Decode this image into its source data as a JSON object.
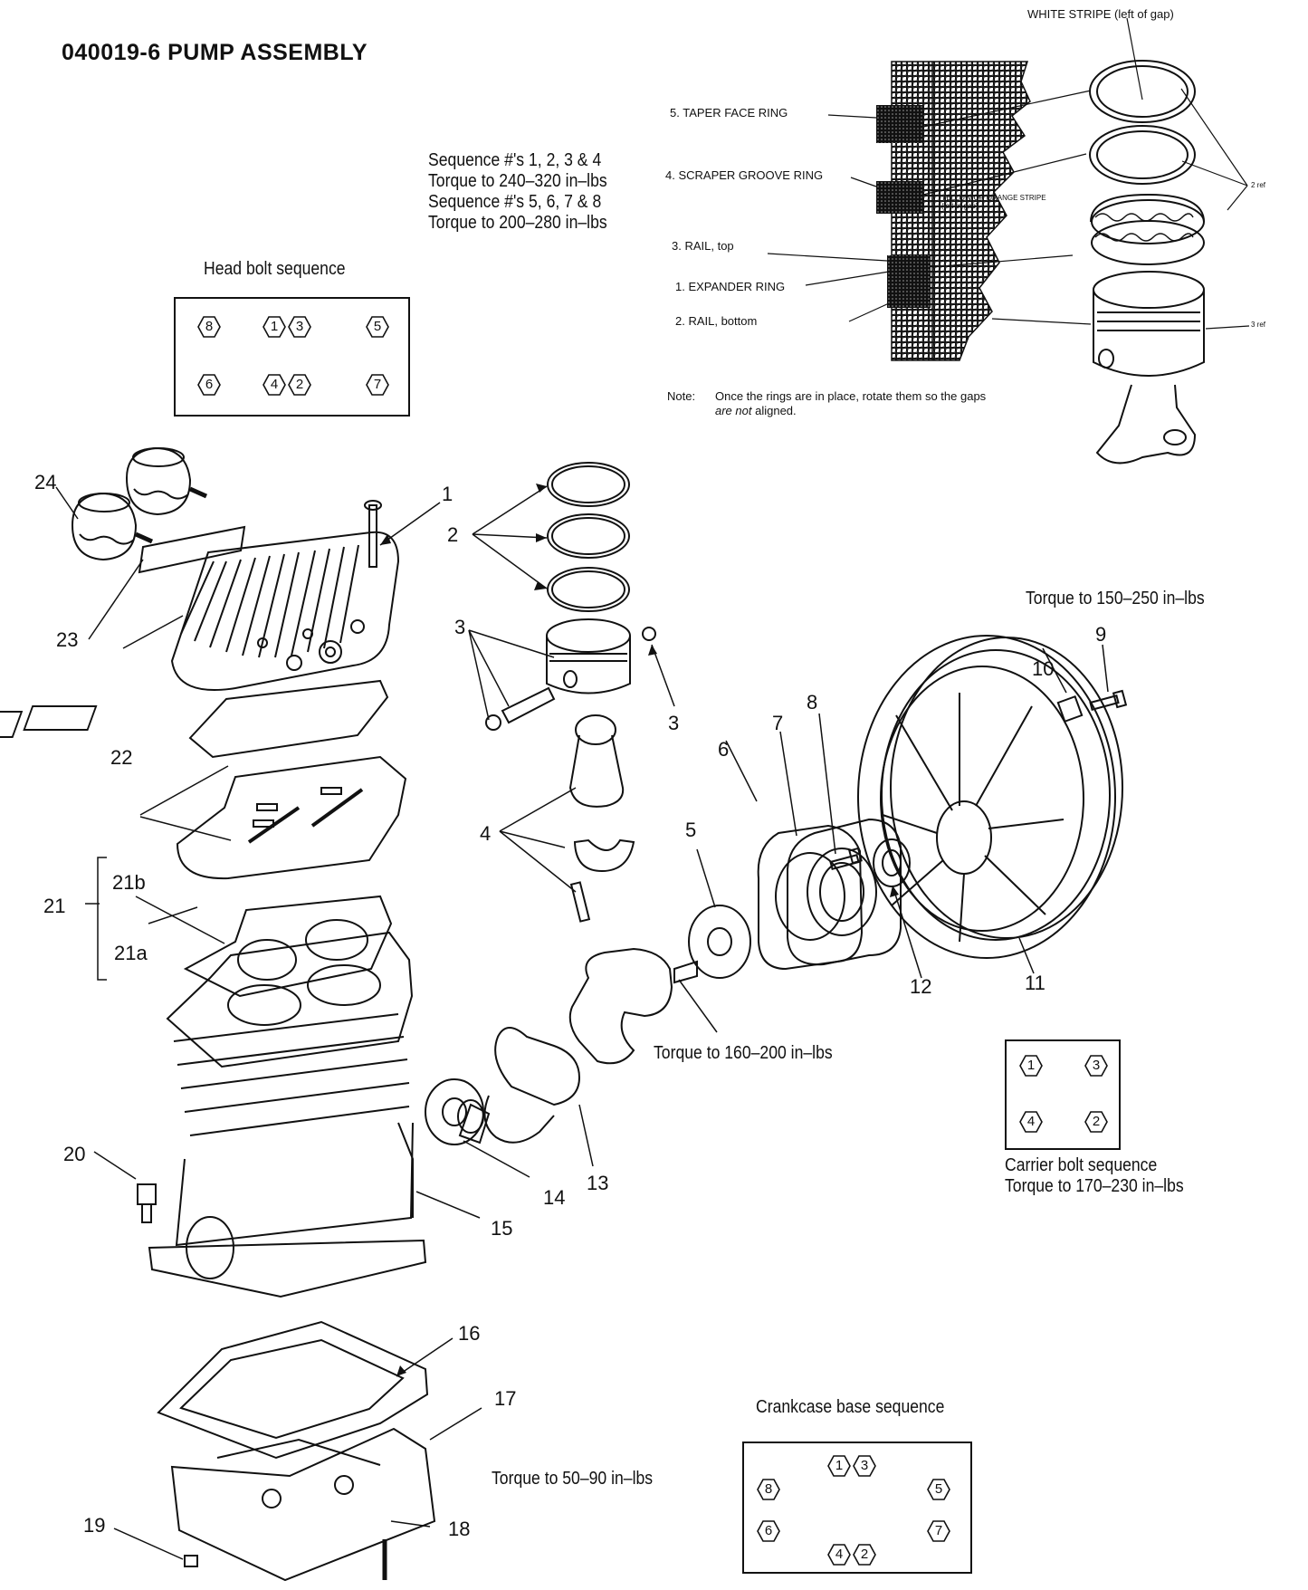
{
  "title": "040019-6  PUMP ASSEMBLY",
  "torque_head": {
    "line1": "Sequence #'s 1, 2, 3 & 4",
    "line2": "Torque to 240–320 in–lbs",
    "line3": "Sequence #'s 5, 6, 7 & 8",
    "line4": "Torque to 200–280 in–lbs"
  },
  "head_bolt": {
    "caption": "Head bolt sequence",
    "bolts": [
      "8",
      "1",
      "3",
      "5",
      "6",
      "4",
      "2",
      "7"
    ]
  },
  "rings_detail": {
    "white_stripe": "WHITE STRIPE (left of gap)",
    "taper": "5. TAPER FACE RING",
    "scraper": "4. SCRAPER GROOVE RING",
    "yellow": "YELLOW OR ORANGE STRIPE",
    "yellow2": "(left of gap)",
    "rail_top": "3. RAIL, top",
    "expander": "1. EXPANDER RING",
    "rail_bottom": "2. RAIL, bottom",
    "two_ref": "2 ref",
    "three_ref": "3 ref",
    "note_label": "Note:",
    "note_line1": "Once the rings are in place, rotate them so the gaps",
    "note_line2_em": "are not",
    "note_line2_rest": " aligned."
  },
  "torque_pulley": "Torque to 150–250 in–lbs",
  "torque_crank": "Torque to 160–200 in–lbs",
  "torque_base": "Torque to 50–90 in–lbs",
  "carrier": {
    "bolts": [
      "1",
      "3",
      "4",
      "2"
    ],
    "caption1": "Carrier bolt sequence",
    "caption2": "Torque to 170–230 in–lbs"
  },
  "crankcase": {
    "caption": "Crankcase base sequence",
    "bolts": [
      "1",
      "3",
      "8",
      "5",
      "6",
      "7",
      "4",
      "2"
    ]
  },
  "callouts": {
    "c1": "1",
    "c2": "2",
    "c3a": "3",
    "c3b": "3",
    "c4": "4",
    "c5": "5",
    "c6": "6",
    "c7": "7",
    "c8": "8",
    "c9": "9",
    "c10": "10",
    "c11": "11",
    "c12": "12",
    "c13": "13",
    "c14": "14",
    "c15": "15",
    "c16": "16",
    "c17": "17",
    "c18": "18",
    "c19": "19",
    "c20": "20",
    "c21": "21",
    "c21a": "21a",
    "c21b": "21b",
    "c22": "22",
    "c23": "23",
    "c24": "24"
  }
}
